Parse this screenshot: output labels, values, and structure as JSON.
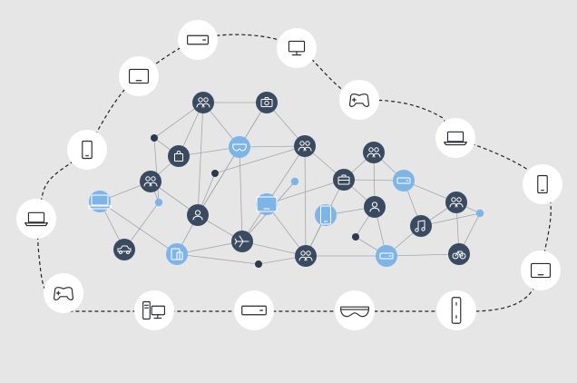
{
  "colors": {
    "background": "#e6e6e6",
    "node_dark": "#3a4a60",
    "node_light": "#7fb4e6",
    "device_circle": "#ffffff",
    "edge": "#a3a6ab",
    "outline": "#1f2327"
  },
  "cloud_devices": [
    {
      "name": "server",
      "icon": "server-icon"
    },
    {
      "name": "desktop",
      "icon": "desktop-monitor-icon"
    },
    {
      "name": "tablet",
      "icon": "tablet-icon"
    },
    {
      "name": "game-controller-top",
      "icon": "game-controller-icon"
    },
    {
      "name": "laptop-right",
      "icon": "laptop-icon"
    },
    {
      "name": "phone-right",
      "icon": "phone-icon"
    },
    {
      "name": "tablet-right",
      "icon": "tablet-icon"
    },
    {
      "name": "phone-left",
      "icon": "phone-icon"
    },
    {
      "name": "laptop-left",
      "icon": "laptop-icon"
    },
    {
      "name": "game-controller-left",
      "icon": "game-controller-icon"
    },
    {
      "name": "desktop-tower",
      "icon": "desktop-tower-icon"
    },
    {
      "name": "console",
      "icon": "console-icon"
    },
    {
      "name": "vr-headset",
      "icon": "vr-headset-icon"
    },
    {
      "name": "router",
      "icon": "router-icon"
    }
  ],
  "network_nodes": [
    {
      "name": "people-1",
      "icon": "people-icon",
      "tone": "dark"
    },
    {
      "name": "camera",
      "icon": "camera-icon",
      "tone": "dark"
    },
    {
      "name": "shopping-bag",
      "icon": "bag-icon",
      "tone": "dark"
    },
    {
      "name": "headset",
      "icon": "headset-icon",
      "tone": "light"
    },
    {
      "name": "people-2",
      "icon": "people-icon",
      "tone": "dark"
    },
    {
      "name": "people-3",
      "icon": "people-icon",
      "tone": "dark"
    },
    {
      "name": "people-4",
      "icon": "people-icon",
      "tone": "dark"
    },
    {
      "name": "briefcase",
      "icon": "briefcase-icon",
      "tone": "dark"
    },
    {
      "name": "card-1",
      "icon": "card-icon",
      "tone": "light"
    },
    {
      "name": "laptop-node",
      "icon": "laptop-icon",
      "tone": "light"
    },
    {
      "name": "user-1",
      "icon": "user-icon",
      "tone": "dark"
    },
    {
      "name": "tablet-node",
      "icon": "tablet-icon",
      "tone": "light"
    },
    {
      "name": "phone-node",
      "icon": "phone-icon",
      "tone": "light"
    },
    {
      "name": "user-2",
      "icon": "user-icon",
      "tone": "dark"
    },
    {
      "name": "people-5",
      "icon": "people-icon",
      "tone": "dark"
    },
    {
      "name": "car",
      "icon": "car-icon",
      "tone": "dark"
    },
    {
      "name": "devices-node",
      "icon": "devices-icon",
      "tone": "light"
    },
    {
      "name": "airplane",
      "icon": "airplane-icon",
      "tone": "dark"
    },
    {
      "name": "people-6",
      "icon": "people-icon",
      "tone": "dark"
    },
    {
      "name": "card-2",
      "icon": "card-icon",
      "tone": "light"
    },
    {
      "name": "music",
      "icon": "music-icon",
      "tone": "dark"
    },
    {
      "name": "bicycle",
      "icon": "bicycle-icon",
      "tone": "dark"
    }
  ]
}
